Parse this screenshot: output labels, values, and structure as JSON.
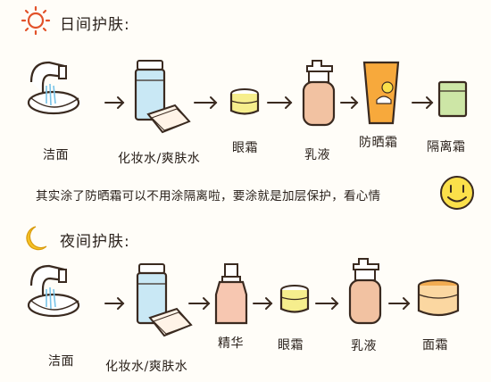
{
  "day": {
    "title": "日间护肤:",
    "steps": [
      "洁面",
      "化妆水/爽肤水",
      "眼霜",
      "乳液",
      "防晒霜",
      "隔离霜"
    ]
  },
  "tip": "其实涂了防晒霜可以不用涂隔离啦，要涂就是加层保护，看心情",
  "night": {
    "title": "夜间护肤:",
    "steps": [
      "洁面",
      "化妆水/爽肤水",
      "精华",
      "眼霜",
      "乳液",
      "面霜"
    ]
  },
  "colors": {
    "outline": "#3a2a20",
    "orange": "#e8892e",
    "sun": "#e2522a",
    "moon": "#f5c126",
    "smiley": "#fbe04a",
    "bottle_water": "#c9e8f5",
    "cream_yellow": "#f6ee8d",
    "lotion_peach": "#f2c2a2",
    "sunscreen_orange": "#f7a93c",
    "primer_green": "#cde6a6",
    "serum_pink": "#f7c7b1",
    "night_cream": "#f2ac52"
  }
}
